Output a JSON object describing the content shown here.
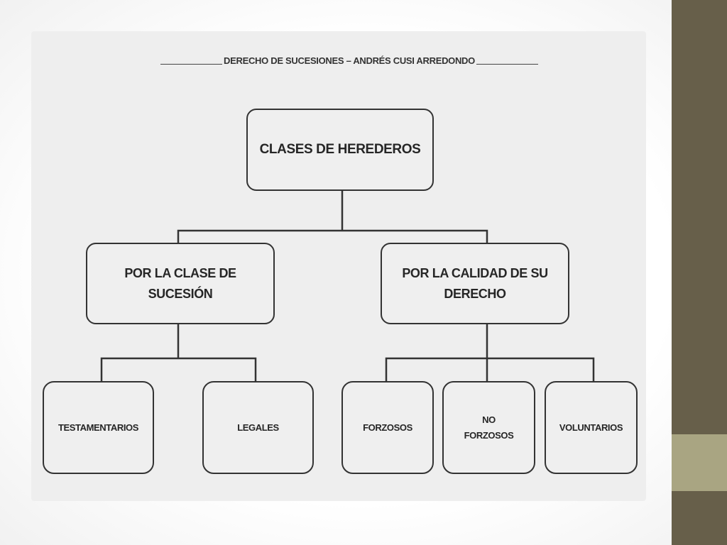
{
  "slide": {
    "background": "#ffffff",
    "sidebar_color": "#675f4a",
    "sidebar_accent_color": "#a9a582"
  },
  "diagram": {
    "header": "DERECHO DE SUCESIONES – ANDRÉS CUSI ARREDONDO",
    "root": "CLASES DE HEREDEROS",
    "branches": [
      {
        "label": "POR LA CLASE DE\nSUCESIÓN",
        "children": [
          "TESTAMENTARIOS",
          "LEGALES"
        ]
      },
      {
        "label": "POR LA CALIDAD DE SU\nDERECHO",
        "children": [
          "FORZOSOS",
          "NO\nFORZOSOS",
          "VOLUNTARIOS"
        ]
      }
    ],
    "edges": [
      [
        "CLASES DE HEREDEROS",
        "POR LA CLASE DE\nSUCESIÓN"
      ],
      [
        "CLASES DE HEREDEROS",
        "POR LA CALIDAD DE SU\nDERECHO"
      ],
      [
        "POR LA CLASE DE\nSUCESIÓN",
        "TESTAMENTARIOS"
      ],
      [
        "POR LA CLASE DE\nSUCESIÓN",
        "LEGALES"
      ],
      [
        "POR LA CALIDAD DE SU\nDERECHO",
        "FORZOSOS"
      ],
      [
        "POR LA CALIDAD DE SU\nDERECHO",
        "NO\nFORZOSOS"
      ],
      [
        "POR LA CALIDAD DE SU\nDERECHO",
        "VOLUNTARIOS"
      ]
    ]
  }
}
